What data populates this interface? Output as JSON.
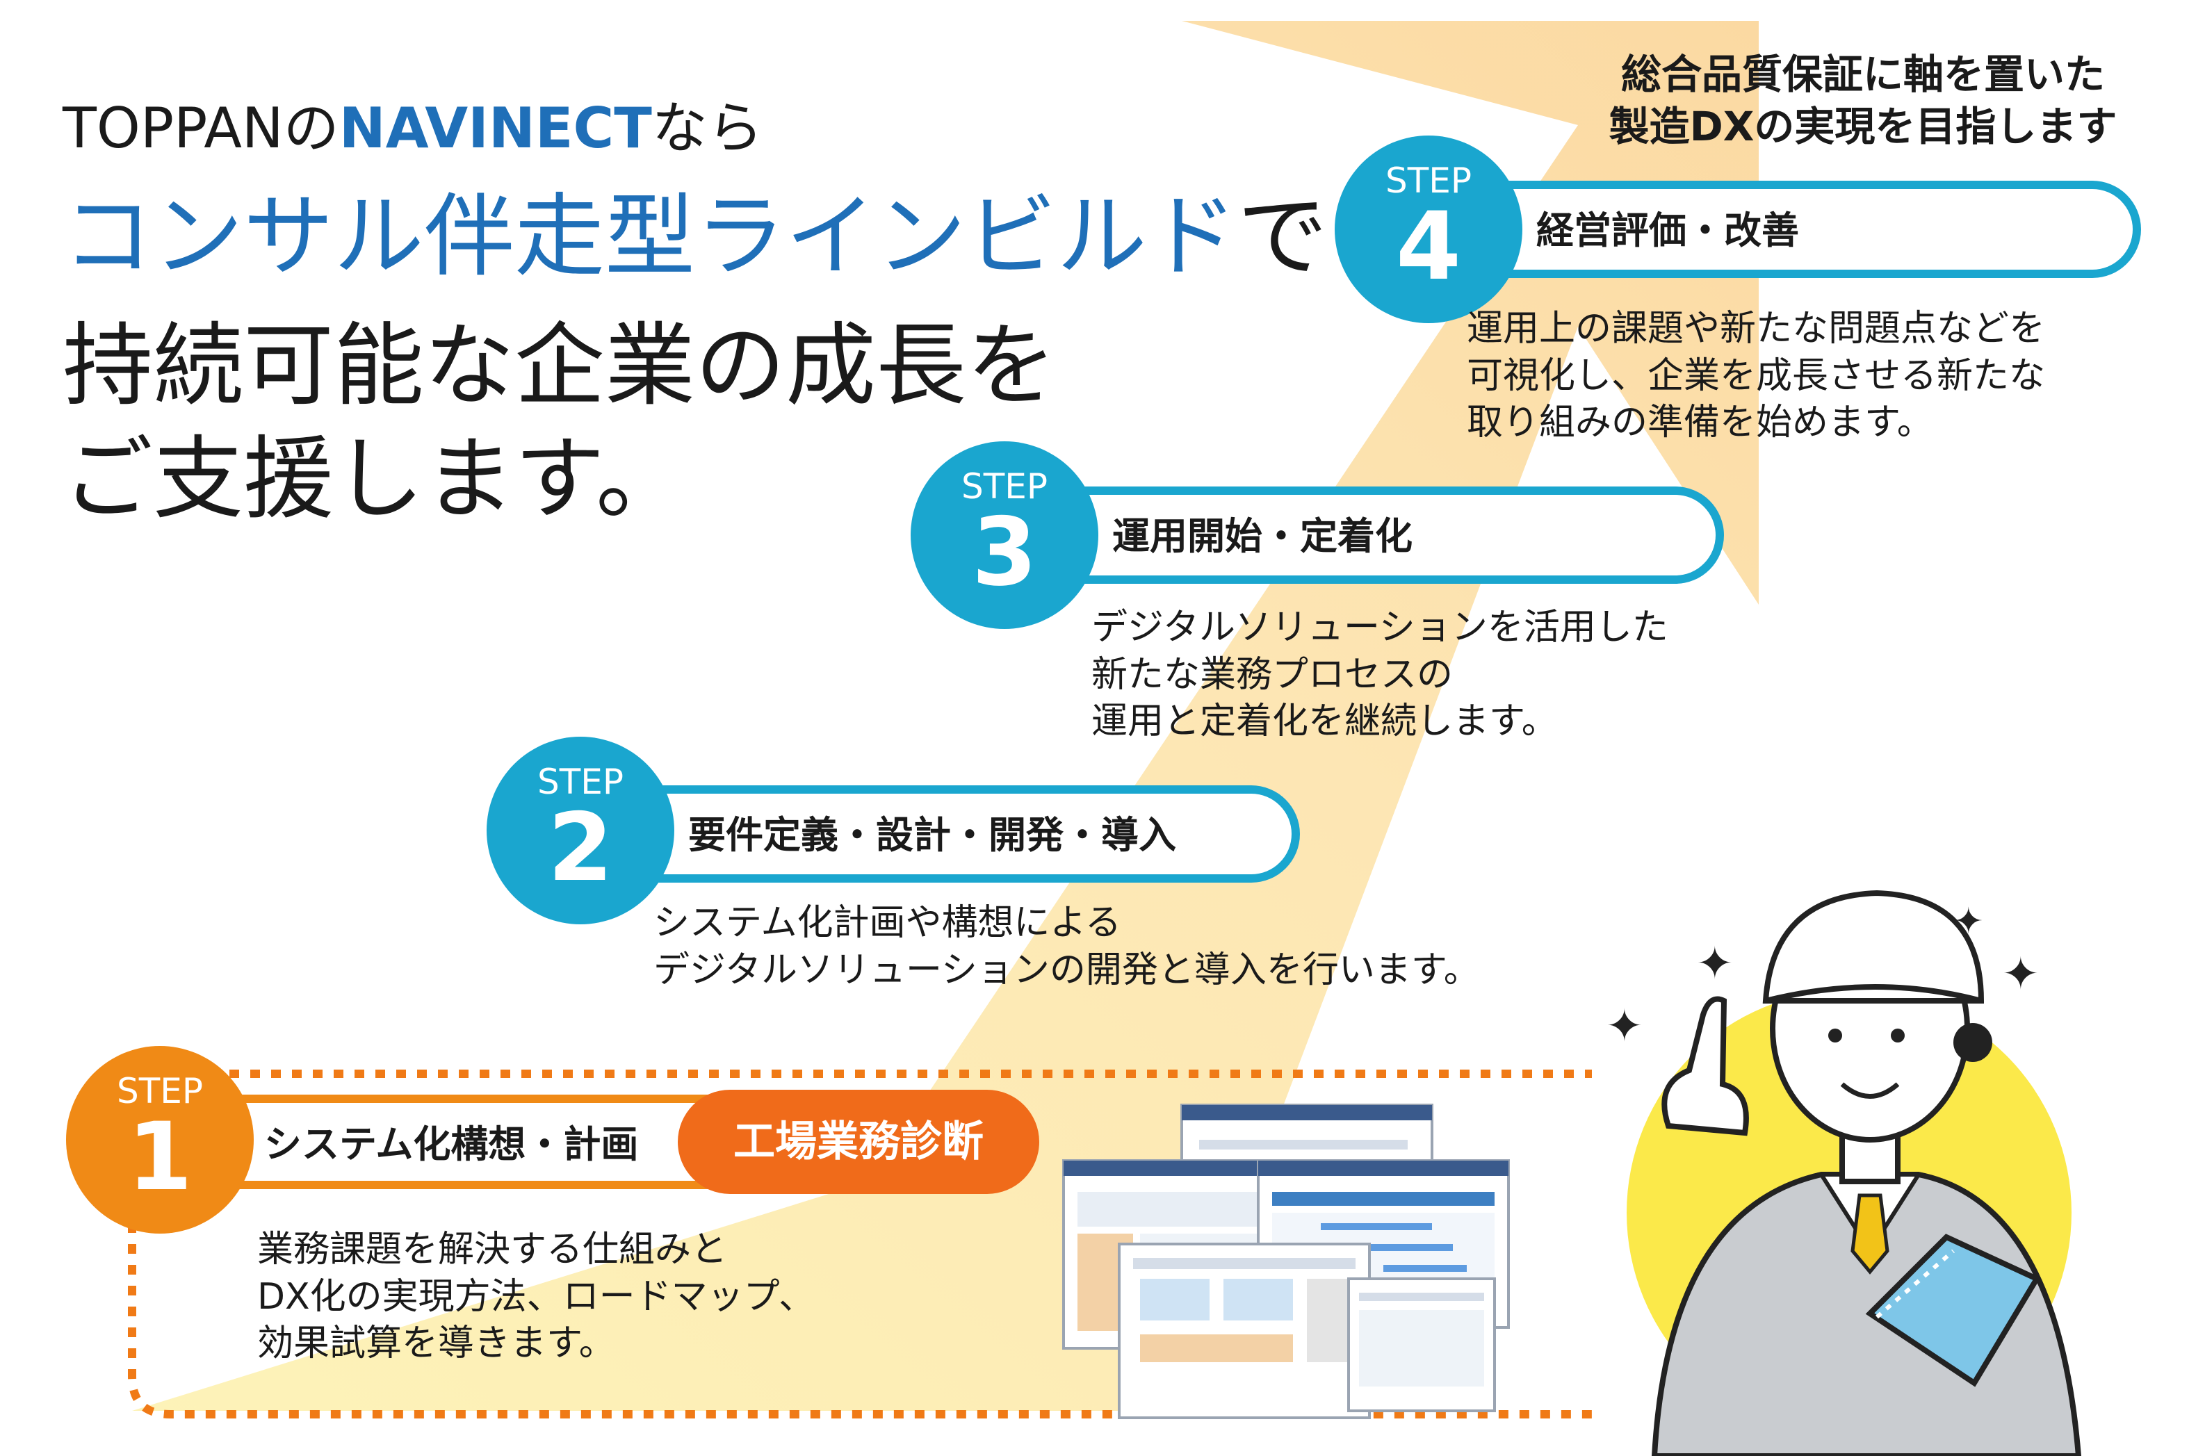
{
  "headline": {
    "line1_pre": "TOPPANの",
    "line1_brand": "NAVINECT",
    "line1_post": "なら",
    "line2_main": "コンサル伴走型ラインビルド",
    "line2_tail": "で",
    "line3": "持続可能な企業の成長を",
    "line4": "ご支援します。"
  },
  "goal": {
    "line1": "総合品質保証に軸を置いた",
    "line2": "製造DXの実現を目指します"
  },
  "steps": [
    {
      "step_label": "STEP",
      "number": "1",
      "title": "システム化構想・計画",
      "badge": "工場業務診断",
      "desc": [
        "業務課題を解決する仕組みと",
        "DX化の実現方法、ロードマップ、",
        "効果試算を導きます。"
      ]
    },
    {
      "step_label": "STEP",
      "number": "2",
      "title": "要件定義・設計・開発・導入",
      "desc": [
        "システム化計画や構想による",
        "デジタルソリューションの開発と導入を行います。"
      ]
    },
    {
      "step_label": "STEP",
      "number": "3",
      "title": "運用開始・定着化",
      "desc": [
        "デジタルソリューションを活用した",
        "新たな業務プロセスの",
        "運用と定着化を継続します。"
      ]
    },
    {
      "step_label": "STEP",
      "number": "4",
      "title": "経営評価・改善",
      "desc": [
        "運用上の課題や新たな問題点などを",
        "可視化し、企業を成長させる新たな",
        "取り組みの準備を始めます。"
      ]
    }
  ],
  "colors": {
    "brand_blue": "#1f6fb8",
    "step_teal": "#1aa6cf",
    "step1_orange": "#f08a16",
    "badge_orange": "#f06b1a",
    "arrow_fill": "#fbe4b0",
    "worker_circle": "#fbe94a"
  },
  "icons": [
    "sparkle-icon",
    "worker-illustration",
    "document-screenshots"
  ]
}
